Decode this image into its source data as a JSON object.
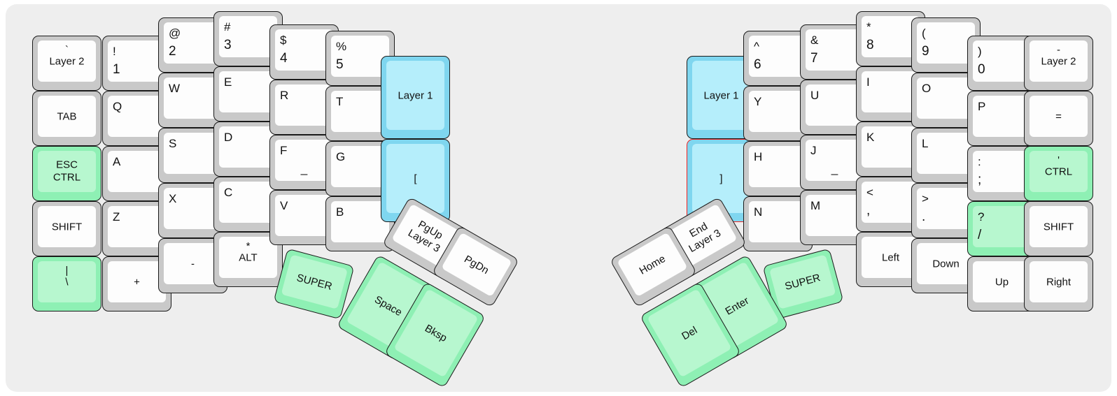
{
  "diagram": {
    "title": "split ergonomic keyboard layout",
    "background": "#eeeeee",
    "colors": {
      "key_shell": "#c9c9c9",
      "key_cap": "#fdfdfd",
      "green_shell": "#8ef0b4",
      "green_cap": "#b7f7cf",
      "blue_shell": "#7fd6ef",
      "blue_cap": "#b5eefb",
      "selected_border": "#ee2222",
      "text": "#111111"
    }
  },
  "left_half": {
    "columns": [
      {
        "name": "outer-pinky",
        "keys": [
          {
            "id": "l-c1-r1",
            "top": "`",
            "main": "Layer 2",
            "style": "white",
            "mode": "topc-midc"
          },
          {
            "id": "l-c1-r2",
            "main": "TAB",
            "style": "white",
            "mode": "ctr"
          },
          {
            "id": "l-c1-r3",
            "line1": "ESC",
            "line2": "CTRL",
            "style": "green",
            "mode": "ctr2"
          },
          {
            "id": "l-c1-r4",
            "main": "SHIFT",
            "style": "white",
            "mode": "ctr"
          },
          {
            "id": "l-c1-r5",
            "top": "|",
            "main": "\\",
            "style": "green",
            "mode": "topc-midc"
          }
        ]
      },
      {
        "name": "pinky",
        "keys": [
          {
            "id": "l-c2-r1",
            "top": "!",
            "main": "1",
            "style": "white",
            "mode": "tl-bl"
          },
          {
            "id": "l-c2-r2",
            "top": "Q",
            "style": "white",
            "mode": "tl"
          },
          {
            "id": "l-c2-r3",
            "top": "A",
            "style": "white",
            "mode": "tl"
          },
          {
            "id": "l-c2-r4",
            "top": "Z",
            "style": "white",
            "mode": "tl"
          },
          {
            "id": "l-c2-r5",
            "main": "+",
            "style": "white",
            "mode": "topc"
          }
        ]
      },
      {
        "name": "ring",
        "keys": [
          {
            "id": "l-c3-r1",
            "top": "@",
            "main": "2",
            "style": "white",
            "mode": "tl-bl"
          },
          {
            "id": "l-c3-r2",
            "top": "W",
            "style": "white",
            "mode": "tl"
          },
          {
            "id": "l-c3-r3",
            "top": "S",
            "style": "white",
            "mode": "tl"
          },
          {
            "id": "l-c3-r4",
            "top": "X",
            "style": "white",
            "mode": "tl"
          },
          {
            "id": "l-c3-r5",
            "main": "-",
            "style": "white",
            "mode": "topc"
          }
        ]
      },
      {
        "name": "middle",
        "keys": [
          {
            "id": "l-c4-r1",
            "top": "#",
            "main": "3",
            "style": "white",
            "mode": "tl-bl"
          },
          {
            "id": "l-c4-r2",
            "top": "E",
            "style": "white",
            "mode": "tl"
          },
          {
            "id": "l-c4-r3",
            "top": "D",
            "style": "white",
            "mode": "tl"
          },
          {
            "id": "l-c4-r4",
            "top": "C",
            "style": "white",
            "mode": "tl"
          },
          {
            "id": "l-c4-r5",
            "top": "*",
            "main": "ALT",
            "style": "white",
            "mode": "topc-midc"
          }
        ]
      },
      {
        "name": "index",
        "keys": [
          {
            "id": "l-c5-r1",
            "top": "$",
            "main": "4",
            "style": "white",
            "mode": "tl-bl"
          },
          {
            "id": "l-c5-r2",
            "top": "R",
            "style": "white",
            "mode": "tl"
          },
          {
            "id": "l-c5-r3",
            "top": "F",
            "style": "white",
            "mode": "tl",
            "homing": "_"
          },
          {
            "id": "l-c5-r4",
            "top": "V",
            "style": "white",
            "mode": "tl"
          }
        ]
      },
      {
        "name": "inner-index",
        "keys": [
          {
            "id": "l-c6-r1",
            "top": "%",
            "main": "5",
            "style": "white",
            "mode": "tl-bl"
          },
          {
            "id": "l-c6-r2",
            "top": "T",
            "style": "white",
            "mode": "tl"
          },
          {
            "id": "l-c6-r3",
            "top": "G",
            "style": "white",
            "mode": "tl"
          },
          {
            "id": "l-c6-r4",
            "top": "B",
            "style": "white",
            "mode": "tl"
          }
        ]
      },
      {
        "name": "inner-extra",
        "keys": [
          {
            "id": "l-c7-r1",
            "main": "Layer 1",
            "style": "blue",
            "mode": "ctr"
          },
          {
            "id": "l-c7-r2",
            "main": "[",
            "style": "blue",
            "mode": "ctr"
          }
        ]
      }
    ],
    "thumb_cluster": [
      {
        "id": "l-t1",
        "main": "SUPER",
        "style": "green",
        "mode": "ctr",
        "rotation": 15
      },
      {
        "id": "l-t2",
        "line1": "PgUp",
        "line2": "Layer 3",
        "style": "white",
        "mode": "ctr2",
        "rotation": 30
      },
      {
        "id": "l-t3",
        "main": "PgDn",
        "style": "white",
        "mode": "ctr",
        "rotation": 30
      },
      {
        "id": "l-t4",
        "main": "Space",
        "style": "green",
        "mode": "ctr",
        "rotation": 30
      },
      {
        "id": "l-t5",
        "main": "Bksp",
        "style": "green",
        "mode": "ctr",
        "rotation": 30
      }
    ]
  },
  "right_half": {
    "columns": [
      {
        "name": "inner-extra",
        "keys": [
          {
            "id": "r-c7-r1",
            "main": "Layer 1",
            "style": "blue",
            "mode": "ctr"
          },
          {
            "id": "r-c7-r2",
            "main": "]",
            "style": "blue",
            "mode": "ctr",
            "selected": true
          }
        ]
      },
      {
        "name": "inner-index",
        "keys": [
          {
            "id": "r-c6-r1",
            "top": "^",
            "main": "6",
            "style": "white",
            "mode": "tl-bl"
          },
          {
            "id": "r-c6-r2",
            "top": "Y",
            "style": "white",
            "mode": "tl"
          },
          {
            "id": "r-c6-r3",
            "top": "H",
            "style": "white",
            "mode": "tl"
          },
          {
            "id": "r-c6-r4",
            "top": "N",
            "style": "white",
            "mode": "tl"
          }
        ]
      },
      {
        "name": "index",
        "keys": [
          {
            "id": "r-c5-r1",
            "top": "&",
            "main": "7",
            "style": "white",
            "mode": "tl-bl"
          },
          {
            "id": "r-c5-r2",
            "top": "U",
            "style": "white",
            "mode": "tl"
          },
          {
            "id": "r-c5-r3",
            "top": "J",
            "style": "white",
            "mode": "tl",
            "homing": "_"
          },
          {
            "id": "r-c5-r4",
            "top": "M",
            "style": "white",
            "mode": "tl"
          }
        ]
      },
      {
        "name": "middle",
        "keys": [
          {
            "id": "r-c4-r1",
            "top": "*",
            "main": "8",
            "style": "white",
            "mode": "tl-bl"
          },
          {
            "id": "r-c4-r2",
            "top": "I",
            "style": "white",
            "mode": "tl"
          },
          {
            "id": "r-c4-r3",
            "top": "K",
            "style": "white",
            "mode": "tl"
          },
          {
            "id": "r-c4-r4",
            "top": "<",
            "main": ",",
            "style": "white",
            "mode": "tl-bl"
          },
          {
            "id": "r-c4-r5",
            "main": "Left",
            "style": "white",
            "mode": "topc"
          }
        ]
      },
      {
        "name": "ring",
        "keys": [
          {
            "id": "r-c3-r1",
            "top": "(",
            "main": "9",
            "style": "white",
            "mode": "tl-bl"
          },
          {
            "id": "r-c3-r2",
            "top": "O",
            "style": "white",
            "mode": "tl"
          },
          {
            "id": "r-c3-r3",
            "top": "L",
            "style": "white",
            "mode": "tl"
          },
          {
            "id": "r-c3-r4",
            "top": ">",
            "main": ".",
            "style": "white",
            "mode": "tl-bl"
          },
          {
            "id": "r-c3-r5",
            "main": "Down",
            "style": "white",
            "mode": "topc"
          }
        ]
      },
      {
        "name": "pinky",
        "keys": [
          {
            "id": "r-c2-r1",
            "top": ")",
            "main": "0",
            "style": "white",
            "mode": "tl-bl"
          },
          {
            "id": "r-c2-r2",
            "top": "P",
            "style": "white",
            "mode": "tl"
          },
          {
            "id": "r-c2-r3",
            "top": ":",
            "main": ";",
            "style": "white",
            "mode": "tl-bl"
          },
          {
            "id": "r-c2-r4",
            "top": "?",
            "main": "/",
            "style": "green",
            "mode": "tl-bl"
          },
          {
            "id": "r-c2-r5",
            "main": "Up",
            "style": "white",
            "mode": "topc"
          }
        ]
      },
      {
        "name": "outer-pinky",
        "keys": [
          {
            "id": "r-c1-r1",
            "top": "-",
            "main": "Layer 2",
            "style": "white",
            "mode": "topc-midc"
          },
          {
            "id": "r-c1-r2",
            "main": "=",
            "style": "white",
            "mode": "ctr"
          },
          {
            "id": "r-c1-r3",
            "top": "'",
            "main": "CTRL",
            "style": "green",
            "mode": "topc-midc"
          },
          {
            "id": "r-c1-r4",
            "main": "SHIFT",
            "style": "white",
            "mode": "ctr"
          },
          {
            "id": "r-c1-r5",
            "main": "Right",
            "style": "white",
            "mode": "topc"
          }
        ]
      }
    ],
    "thumb_cluster": [
      {
        "id": "r-t1",
        "main": "SUPER",
        "style": "green",
        "mode": "ctr",
        "rotation": -15
      },
      {
        "id": "r-t2",
        "line1": "End",
        "line2": "Layer 3",
        "style": "white",
        "mode": "ctr2",
        "rotation": -30
      },
      {
        "id": "r-t3",
        "main": "Home",
        "style": "white",
        "mode": "ctr",
        "rotation": -30
      },
      {
        "id": "r-t4",
        "main": "Enter",
        "style": "green",
        "mode": "ctr",
        "rotation": -30
      },
      {
        "id": "r-t5",
        "main": "Del",
        "style": "green",
        "mode": "ctr",
        "rotation": -30
      }
    ]
  },
  "layout_geometry": {
    "left_columns_x": [
      38,
      138,
      218,
      297,
      377,
      457,
      536
    ],
    "left_columns_y": [
      45,
      45,
      19,
      10,
      29,
      38,
      74
    ],
    "right_columns_x": [
      1455,
      1374,
      1294,
      1215,
      1135,
      1054,
      973
    ],
    "right_columns_y": [
      45,
      45,
      19,
      10,
      29,
      38,
      74
    ],
    "key_width": 99,
    "key_height": 79,
    "row_pitch": 79,
    "tall_key_height": 119
  }
}
